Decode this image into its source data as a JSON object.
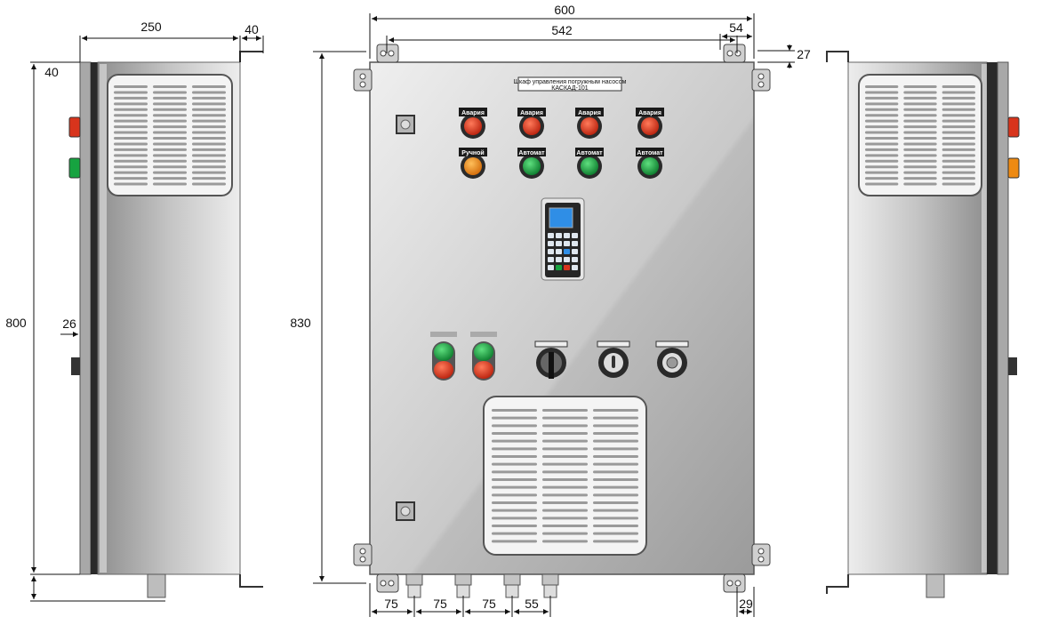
{
  "dimensions": {
    "side_width": "250",
    "side_offset_right": "40",
    "side_offset_left": "40",
    "side_height": "800",
    "side_knob": "26",
    "front_width": "600",
    "front_inner_width": "542",
    "front_corner_w": "54",
    "front_corner_h": "27",
    "front_height": "830",
    "gland_spacing_1": "75",
    "gland_spacing_2": "75",
    "gland_spacing_3": "75",
    "gland_spacing_4": "55",
    "bottom_right": "29"
  },
  "panel": {
    "title_line1": "Шкаф управления погружным насосом",
    "title_line2": "КАСКАД-101"
  },
  "lamps_row1": [
    "Авария",
    "Авария",
    "Авария",
    "Авария"
  ],
  "lamps_row2": [
    "Ручной",
    "Автомат",
    "Автомат",
    "Автомат"
  ],
  "colors": {
    "alarm": "#d8341c",
    "manual": "#ee8a12",
    "auto": "#16a340",
    "panel_light": "#e9e9e9",
    "panel_dark": "#9a9a9a",
    "display": "#2f8ee6"
  }
}
